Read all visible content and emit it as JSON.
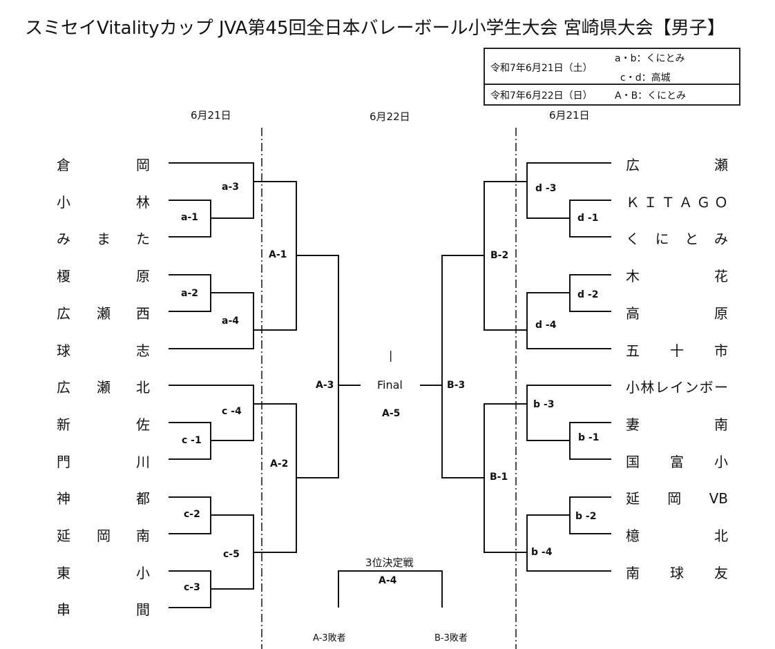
{
  "title": "スミセイVitalityカップ JVA第45回全日本バレーボール小学生大会 宮崎県大会【男子】",
  "schedule": {
    "day1_date": "令和7年6月21日（土）",
    "day1_ab": "a・b：くにとみ",
    "day1_cd": "c・d：高城",
    "day2_date": "令和7年6月22日（日）",
    "day2_AB": "A・B：くにとみ"
  },
  "day_labels": {
    "left": "6月21日",
    "center": "6月22日",
    "right": "6月21日"
  },
  "left_teams": [
    [
      "倉",
      "",
      "岡"
    ],
    [
      "小",
      "",
      "林"
    ],
    [
      "み",
      "ま",
      "た"
    ],
    [
      "榎",
      "",
      "原"
    ],
    [
      "広",
      "瀬",
      "西"
    ],
    [
      "球",
      "",
      "志"
    ],
    [
      "広",
      "瀬",
      "北"
    ],
    [
      "新",
      "",
      "佐"
    ],
    [
      "門",
      "",
      "川"
    ],
    [
      "神",
      "",
      "都"
    ],
    [
      "延",
      "岡",
      "南"
    ],
    [
      "東",
      "",
      "小"
    ],
    [
      "串",
      "",
      "間"
    ]
  ],
  "right_teams": [
    "広　　　瀬",
    "ＫＩＴＡＧＯ",
    "く に と み",
    "木　　　花",
    "高　　　原",
    "五　　十　　市",
    "小林レインボー",
    "妻　　　南",
    "国　　富　　小",
    "延　　岡　　VB",
    "檍　　　北",
    "南　　球　　友"
  ],
  "matches": {
    "a1": "a-1",
    "a2": "a-2",
    "a3": "a-3",
    "a4": "a-4",
    "c1": "c -1",
    "c2": "c-2",
    "c3": "c-3",
    "c4": "c -4",
    "c5": "c-5",
    "d1": "d -1",
    "d2": "d -2",
    "d3": "d -3",
    "d4": "d -4",
    "b1": "b -1",
    "b2": "b -2",
    "b3": "b -3",
    "b4": "b -4",
    "A1": "A-1",
    "A2": "A-2",
    "A3": "A-3",
    "A4": "A-4",
    "A5": "A-5",
    "B1": "B-1",
    "B2": "B-2",
    "B3": "B-3"
  },
  "final_label": "Final",
  "final_mark": "|",
  "third_place": {
    "title": "3位決定戦",
    "left_loser": "A-3敗者",
    "right_loser": "B-3敗者"
  }
}
